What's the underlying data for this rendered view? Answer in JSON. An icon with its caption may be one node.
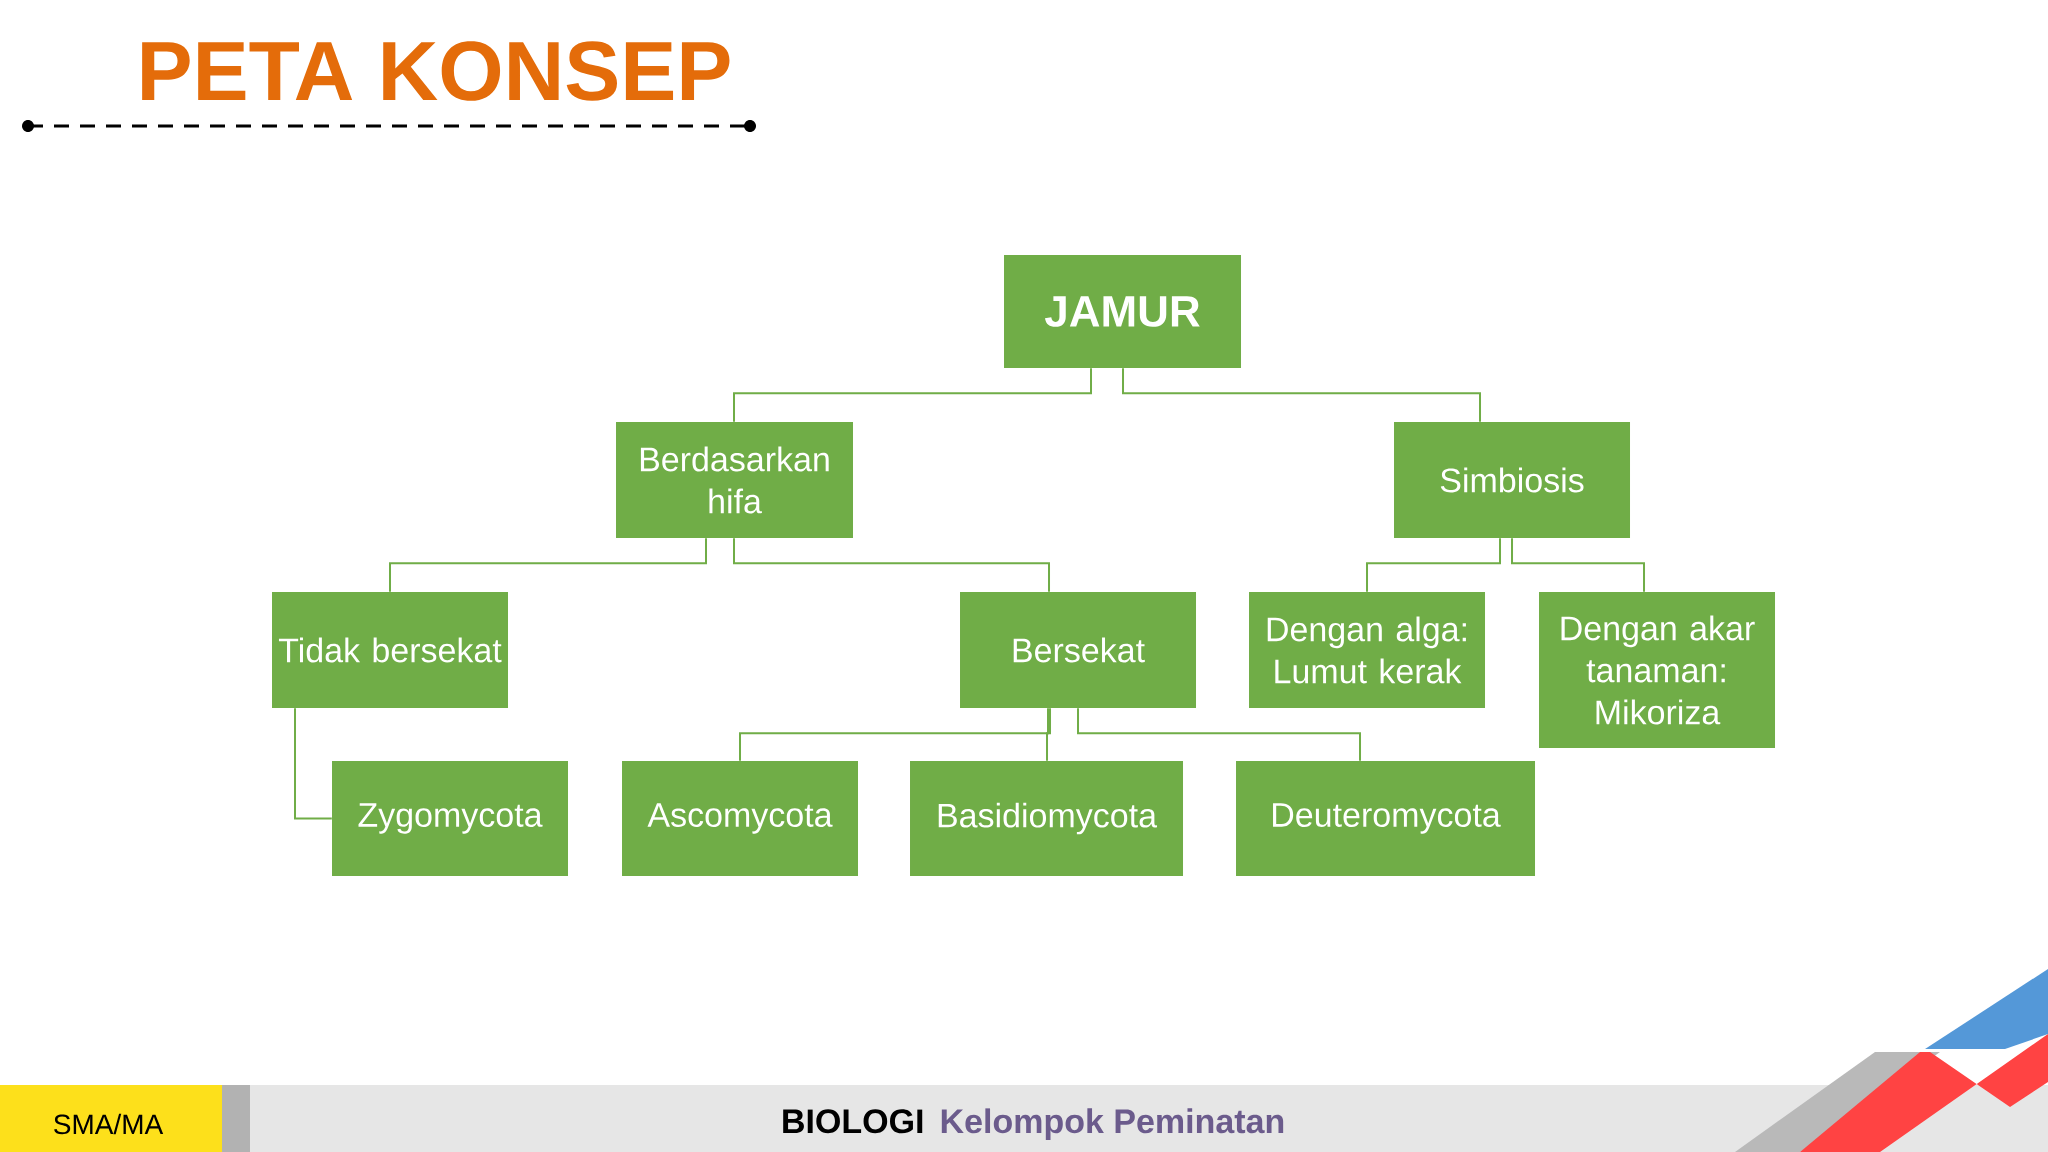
{
  "diagram": {
    "title": "PETA KONSEP",
    "nodes": [
      {
        "text": [
          "JAMUR"
        ]
      },
      {
        "text": [
          "Berdasarkan hifa"
        ]
      },
      {
        "text": [
          "Simbiosis"
        ]
      },
      {
        "text": [
          "Tidak bersekat"
        ]
      },
      {
        "text": [
          "Bersekat"
        ]
      },
      {
        "text": [
          "Dengan alga: Lumut kerak"
        ]
      },
      {
        "text": [
          "Dengan akar tanaman: Mikoriza"
        ]
      },
      {
        "text": [
          "Zygomycota"
        ]
      },
      {
        "text": [
          "Ascomycota"
        ]
      },
      {
        "text": [
          "Basidiomycota"
        ]
      },
      {
        "text": [
          "Deuteromycota"
        ]
      }
    ],
    "edges": [
      {
        "from": 0,
        "to": 1,
        "arrow": "none"
      },
      {
        "from": 0,
        "to": 2,
        "arrow": "none"
      },
      {
        "from": 1,
        "to": 3,
        "arrow": "none"
      },
      {
        "from": 1,
        "to": 4,
        "arrow": "none"
      },
      {
        "from": 2,
        "to": 5,
        "arrow": "none"
      },
      {
        "from": 2,
        "to": 6,
        "arrow": "none"
      },
      {
        "from": 3,
        "to": 7,
        "arrow": "none"
      },
      {
        "from": 4,
        "to": 8,
        "arrow": "none"
      },
      {
        "from": 4,
        "to": 9,
        "arrow": "none"
      },
      {
        "from": 4,
        "to": 10,
        "arrow": "none"
      }
    ],
    "labels": [
      "SMA/MA",
      "BIOLOGI",
      "Kelompok Peminatan"
    ]
  }
}
